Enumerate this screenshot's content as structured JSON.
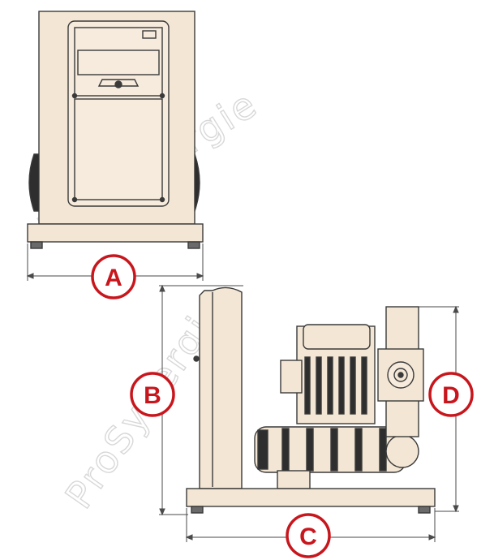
{
  "watermark": {
    "text": "ProSynergie"
  },
  "dimensions": {
    "a": {
      "label": "A"
    },
    "b": {
      "label": "B"
    },
    "c": {
      "label": "C"
    },
    "d": {
      "label": "D"
    }
  },
  "colors": {
    "body": "#f3e6d4",
    "outline": "#3a3a3a",
    "label_ring": "#c8161d",
    "label_text": "#c8161d",
    "dimension_line": "#4a4a4a"
  }
}
